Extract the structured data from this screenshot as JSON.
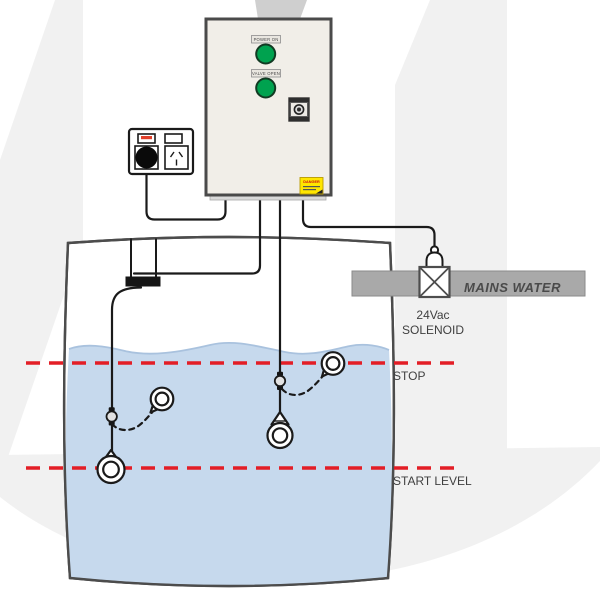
{
  "panel": {
    "indicator1": "POWER ON",
    "indicator2": "VALVE OPEN",
    "danger": "DANGER"
  },
  "labels": {
    "mains_water": "MAINS WATER",
    "solenoid_voltage": "24Vac",
    "solenoid": "SOLENOID",
    "stop": "STOP",
    "start_level": "START LEVEL"
  },
  "colors": {
    "water": "#c6d9ed",
    "pipe": "#a9a9a9",
    "level_line": "#e31e26",
    "watermark": "#f1f1f1",
    "watermark_dark": "#cfcfcf",
    "wire": "#1a1a1a",
    "indicator_green": "#00a24f",
    "danger_yellow": "#ffe600",
    "panel_face": "#f1eee8",
    "text": "#3f3f3f"
  }
}
